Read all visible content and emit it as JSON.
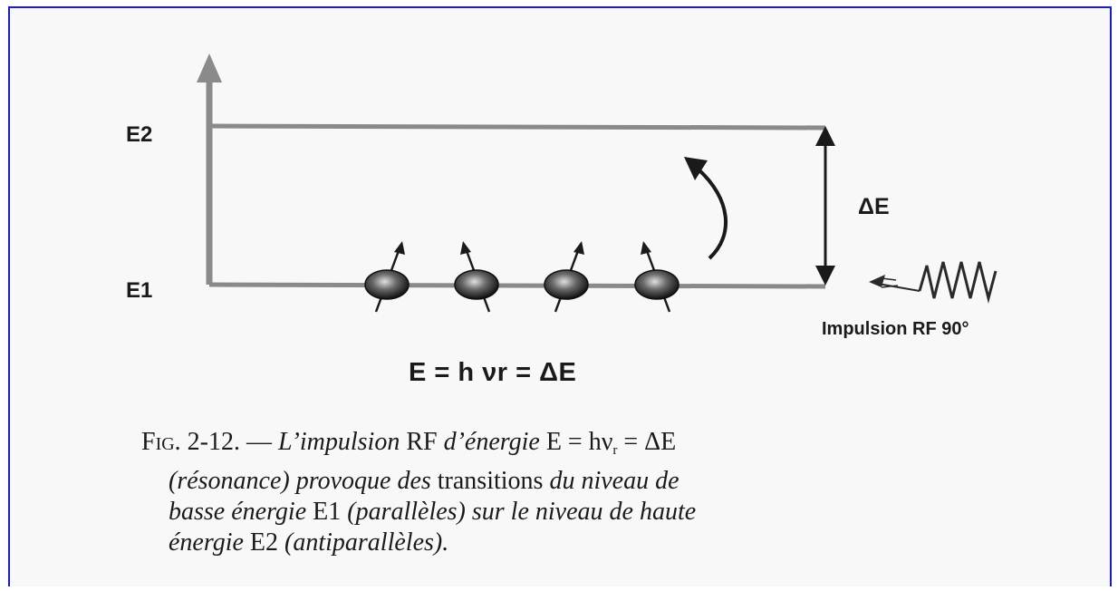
{
  "diagram": {
    "level_e2": "E2",
    "level_e1": "E1",
    "delta_label": "ΔE",
    "pulse_label": "Impulsion RF 90°",
    "equation": "E = h νr = ΔE"
  },
  "caption": {
    "fig_label": "Fig. 2-12.",
    "dash": "—",
    "l1_i1": "L’impulsion",
    "l1_t1": "RF",
    "l1_i2": "d’énergie",
    "l1_t2": "E = hν",
    "l1_sub": "r",
    "l1_t3": "= ΔE",
    "l2_i1": "(résonance) provoque des",
    "l2_t1": "transitions",
    "l2_i2": "du niveau de",
    "l3_i1": "basse énergie",
    "l3_t1": "E1",
    "l3_i2": "(parallèles) sur le niveau de haute",
    "l4_i1": "énergie",
    "l4_t1": "E2",
    "l4_i2": "(antiparallèles)."
  },
  "colors": {
    "frame_border": "#1a1ad6",
    "level_line": "#8a8a8a",
    "ink": "#1a1a1a",
    "spin_dark": "#111111",
    "spin_light": "#d8d8d8"
  }
}
